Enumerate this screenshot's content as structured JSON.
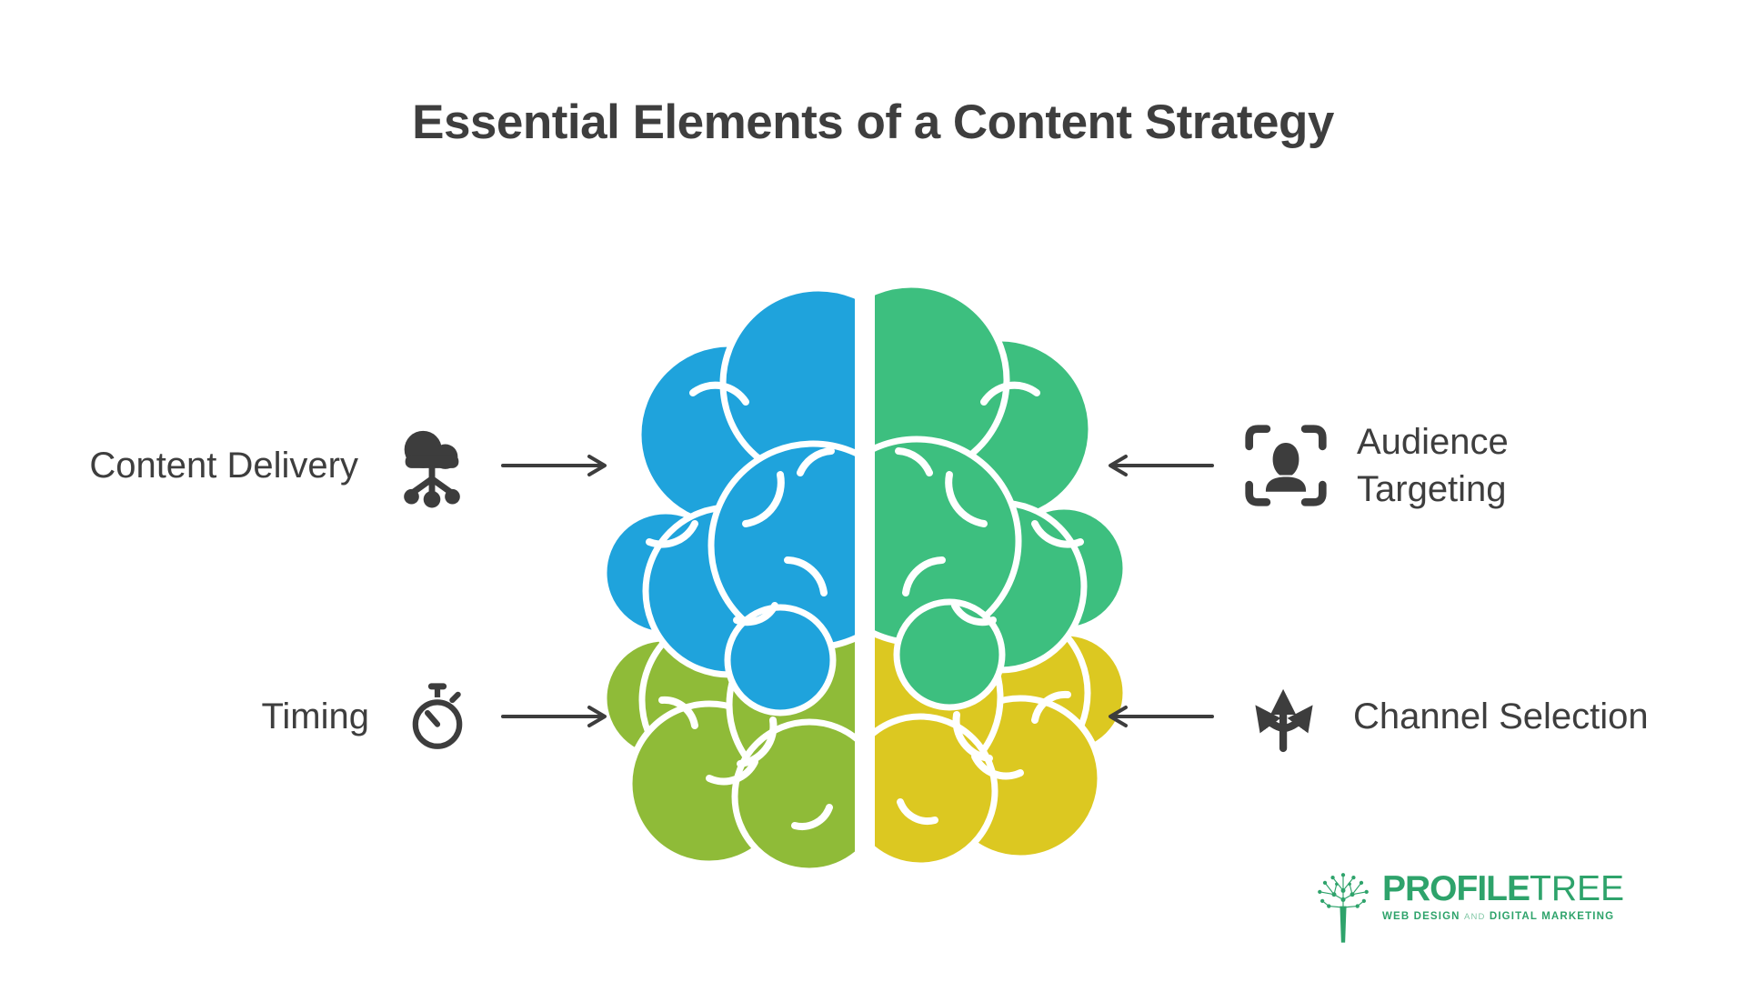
{
  "title": "Essential Elements of a Content Strategy",
  "callouts": {
    "content_delivery": {
      "label": "Content Delivery",
      "icon": "cloud-network-icon",
      "side": "left"
    },
    "timing": {
      "label": "Timing",
      "icon": "stopwatch-icon",
      "side": "left"
    },
    "audience_targeting": {
      "label": "Audience Targeting",
      "icon": "person-focus-icon",
      "side": "right"
    },
    "channel_selection": {
      "label": "Channel Selection",
      "icon": "branching-arrows-icon",
      "side": "right"
    }
  },
  "brain": {
    "regions": [
      {
        "name": "top-left",
        "color": "#1fa3dc"
      },
      {
        "name": "top-right",
        "color": "#3dbf7f"
      },
      {
        "name": "bottom-left",
        "color": "#8fbb38"
      },
      {
        "name": "bottom-right",
        "color": "#dcc821"
      }
    ]
  },
  "logo": {
    "brand_bold": "PROFILE",
    "brand_light": "TREE",
    "tagline_web_design": "WEB DESIGN",
    "tagline_and": "AND",
    "tagline_marketing": "DIGITAL MARKETING"
  },
  "colors": {
    "background": "#ffffff",
    "text": "#3e3e3e",
    "icon": "#3d3d3d",
    "brain_blue": "#1fa3dc",
    "brain_green": "#3dbf7f",
    "brain_olive": "#8fbb38",
    "brain_yellow": "#dcc821",
    "logo_green": "#2ea36b"
  }
}
